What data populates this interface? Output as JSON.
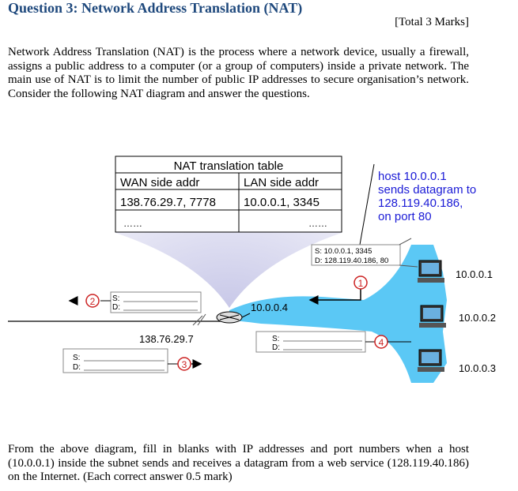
{
  "question": {
    "title": "Question 3: Network Address Translation (NAT)",
    "total_marks": "[Total 3 Marks]",
    "intro": "Network Address Translation (NAT) is the process where a network device, usually a firewall, assigns a public address to a computer (or a group of computers) inside a private network. The main use of NAT is to limit the number of public IP addresses to secure organisation’s network. Consider the following NAT diagram and answer the questions.",
    "instructions": "From the above diagram, fill in blanks with IP addresses and port numbers when a host (10.0.0.1) inside the subnet sends and receives a datagram from a web service (128.119.40.186) on the Internet. (Each correct answer 0.5 mark)"
  },
  "diagram": {
    "nat_table": {
      "title": "NAT translation table",
      "col_wan": "WAN side addr",
      "col_lan": "LAN side addr",
      "row_wan": "138.76.29.7, 7778",
      "row_lan": "10.0.0.1, 3345",
      "ellipsis": "……"
    },
    "host_note": {
      "line1": "host 10.0.0.1",
      "line2": "sends datagram to",
      "line3": "128.119.40.186,",
      "line4": "on port 80"
    },
    "packet1": {
      "src": "S: 10.0.0.1, 3345",
      "dst": "D: 128.119.40.186, 80"
    },
    "labels": {
      "s": "S:",
      "d": "D:",
      "router_lan_ip": "10.0.0.4",
      "router_wan_ip": "138.76.29.7",
      "host1": "10.0.0.1",
      "host2": "10.0.0.2",
      "host3": "10.0.0.3"
    },
    "steps": [
      "1",
      "2",
      "3",
      "4"
    ],
    "colors": {
      "lan_blue": "#5bc8f5",
      "note_blue": "#1a1ad6",
      "step_red": "#cc2222",
      "title_blue": "#1f497d"
    }
  }
}
